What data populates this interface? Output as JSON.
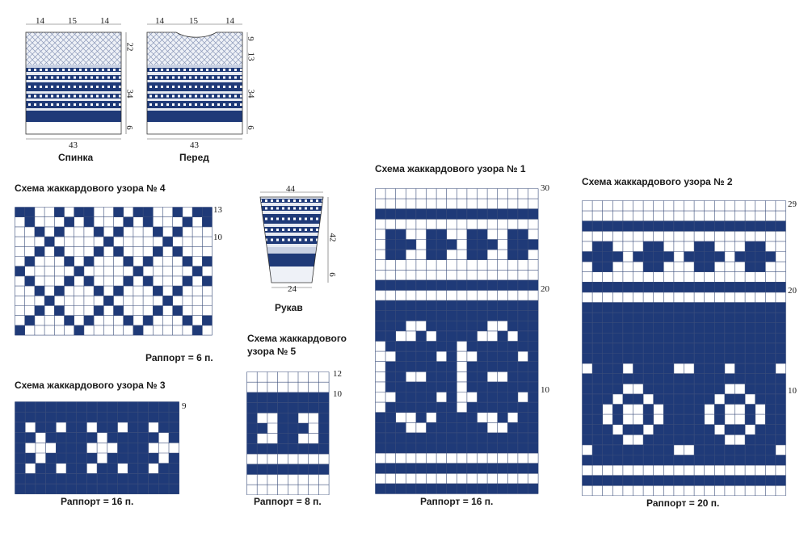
{
  "colors": {
    "navy": "#1f3a78",
    "grid_line": "#3a4d7a",
    "paper": "#ffffff"
  },
  "garment": {
    "back": {
      "label": "Спинка",
      "width": "43",
      "top_dims": [
        "14",
        "15",
        "14"
      ],
      "side_dims": [
        "22",
        "34",
        "6"
      ]
    },
    "front": {
      "label": "Перед",
      "width": "43",
      "top_dims": [
        "14",
        "15",
        "14"
      ],
      "side_dims": [
        "9",
        "13",
        "34",
        "6"
      ]
    },
    "sleeve": {
      "label": "Рукав",
      "top_width": "44",
      "bottom_width": "24",
      "side_dims": [
        "42",
        "6"
      ]
    }
  },
  "charts": {
    "c4": {
      "title": "Схема жаккардового узора № 4",
      "rows": [
        "13",
        "10"
      ],
      "repeat": "Раппорт = 6 п."
    },
    "c3": {
      "title": "Схема жаккардового узора № 3",
      "rows": [
        "9"
      ],
      "repeat": "Раппорт = 16 п."
    },
    "c5": {
      "title_line1": "Схема жаккардового",
      "title_line2": "узора № 5",
      "rows": [
        "12",
        "10"
      ],
      "repeat": "Раппорт = 8 п."
    },
    "c1": {
      "title": "Схема жаккардового узора № 1",
      "rows": [
        "30",
        "20",
        "10"
      ],
      "repeat": "Раппорт = 16 п."
    },
    "c2": {
      "title": "Схема жаккардового узора № 2",
      "rows": [
        "29",
        "20",
        "10"
      ],
      "repeat": "Раппорт = 20 п."
    }
  }
}
